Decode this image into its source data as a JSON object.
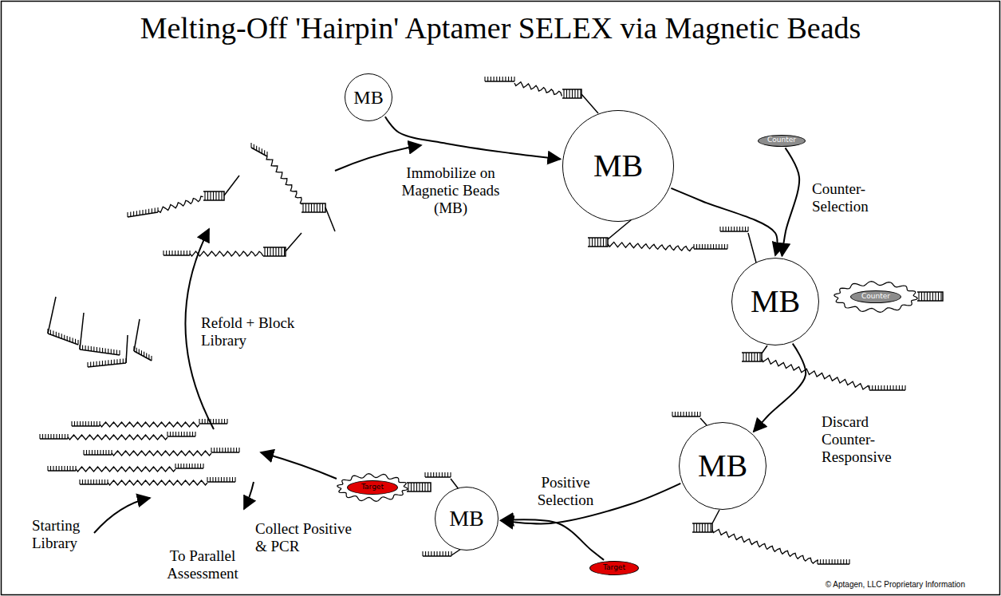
{
  "diagram": {
    "title": "Melting-Off 'Hairpin' Aptamer SELEX via Magnetic Beads",
    "nodes": [
      {
        "text": [
          "MB"
        ]
      },
      {
        "text": [
          "MB"
        ]
      },
      {
        "text": [
          "Counter"
        ]
      },
      {
        "text": [
          "MB"
        ]
      },
      {
        "text": [
          "Counter"
        ]
      },
      {
        "text": [
          "MB"
        ]
      },
      {
        "text": [
          "MB"
        ]
      },
      {
        "text": [
          "Target"
        ]
      },
      {
        "text": [
          "Target"
        ]
      }
    ],
    "edges": [
      {
        "from": 0,
        "to": 1,
        "arrow": "to",
        "label": "Immobilize on Magnetic Beads (MB)"
      },
      {
        "from": 1,
        "to": 3,
        "arrow": "to",
        "label": "Counter-Selection"
      },
      {
        "from": 2,
        "to": 3,
        "arrow": "to"
      },
      {
        "from": 3,
        "to": 5,
        "arrow": "to",
        "label": "Discard Counter-Responsive"
      },
      {
        "from": 5,
        "to": 6,
        "arrow": "to",
        "label": "Positive Selection"
      },
      {
        "from": 8,
        "to": 6,
        "arrow": "to"
      }
    ],
    "labels": [
      "Refold + Block Library",
      "Starting Library",
      "To Parallel Assessment",
      "Collect Positive & PCR",
      "© Aptagen, LLC Proprietary Information"
    ]
  }
}
